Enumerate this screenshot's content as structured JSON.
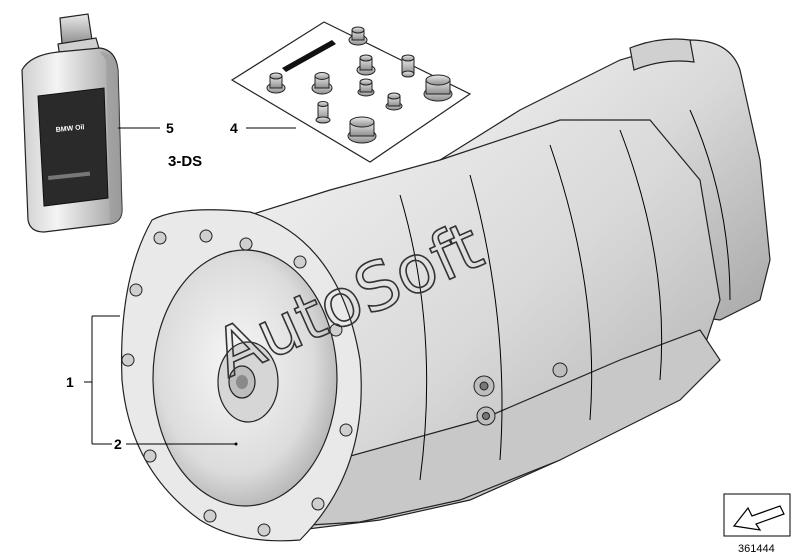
{
  "callouts": {
    "c1": "1",
    "c2": "2",
    "c4": "4",
    "c5": "5"
  },
  "variant_code": "3-DS",
  "document_number": "361444",
  "watermark": "AutoSoft",
  "bottle_label": "BMW Oil",
  "colors": {
    "line": "#000000",
    "shade_light": "#e6e6e6",
    "shade_mid": "#bdbdbd",
    "shade_dark": "#7a7a7a",
    "label_dark": "#2a2a2a"
  },
  "icons": [
    "oil-bottle-icon",
    "seal-kit-icon",
    "transmission-icon",
    "view-arrow-icon"
  ]
}
